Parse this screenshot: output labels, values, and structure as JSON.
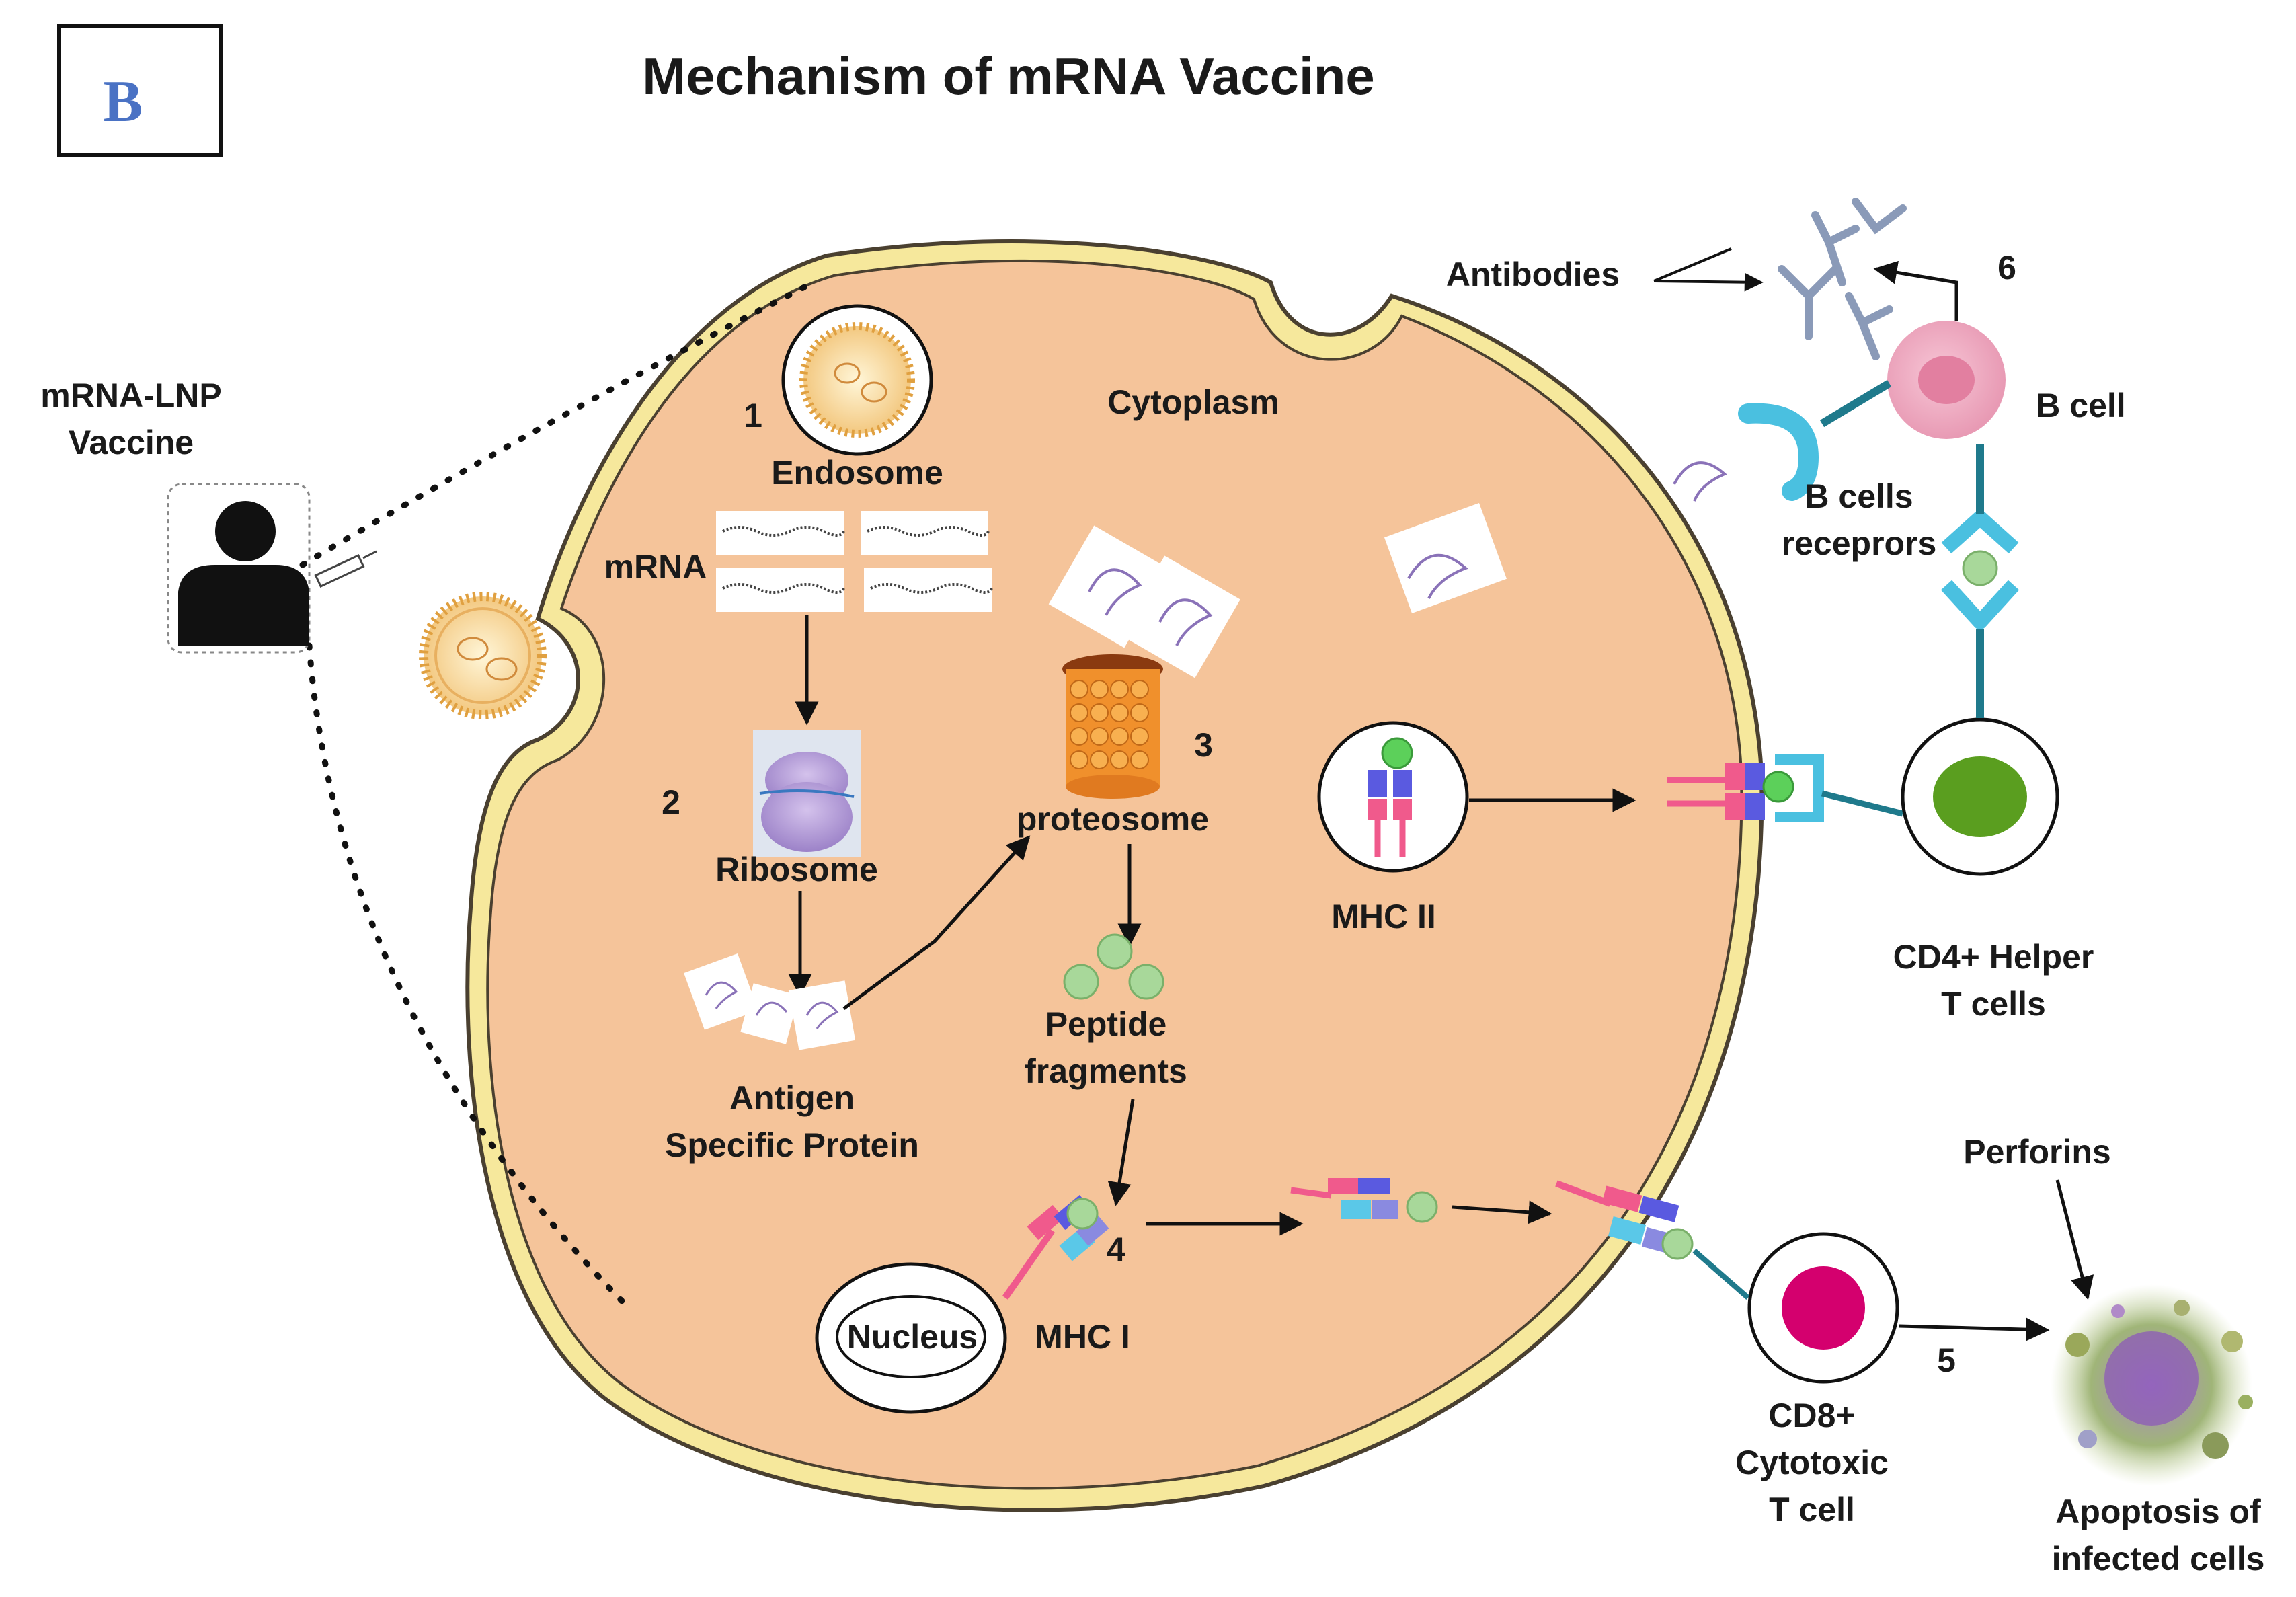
{
  "panel_label": "B",
  "title": "Mechanism of mRNA Vaccine",
  "labels": {
    "vaccine_line1": "mRNA-LNP",
    "vaccine_line2": "Vaccine",
    "endosome": "Endosome",
    "mrna": "mRNA",
    "cytoplasm": "Cytoplasm",
    "ribosome": "Ribosome",
    "proteosome": "proteosome",
    "peptide_line1": "Peptide",
    "peptide_line2": "fragments",
    "antigen_line1": "Antigen",
    "antigen_line2": "Specific Protein",
    "mhc2": "MHC II",
    "mhc1": "MHC I",
    "nucleus": "Nucleus",
    "antibodies": "Antibodies",
    "bcell": "B cell",
    "bcr_line1": "B cells",
    "bcr_line2": "receprors",
    "cd4_line1": "CD4+ Helper",
    "cd4_line2": "T cells",
    "cd8_line1": "CD8+",
    "cd8_line2": "Cytotoxic",
    "cd8_line3": "T cell",
    "perforins": "Perforins",
    "apoptosis_line1": "Apoptosis of",
    "apoptosis_line2": "infected cells"
  },
  "steps": [
    "1",
    "2",
    "3",
    "4",
    "5",
    "6"
  ],
  "colors": {
    "cytoplasm": "#f5c49a",
    "membrane": "#f6e89c",
    "membrane_edge": "#4a4030",
    "cd4_nucleus": "#5a9e1f",
    "cd8_nucleus": "#d4006e",
    "receptor_teal": "#1f7a8c",
    "peptide": "#a8d89a",
    "mhc_pink": "#f05a8c",
    "mhc_blue": "#5a5ae0"
  },
  "icons": [
    "person-icon",
    "syringe-icon",
    "lipid-nanoparticle-icon",
    "ribosome-icon",
    "proteasome-icon",
    "antibody-icon",
    "protein-icon",
    "apoptotic-cell-icon"
  ]
}
